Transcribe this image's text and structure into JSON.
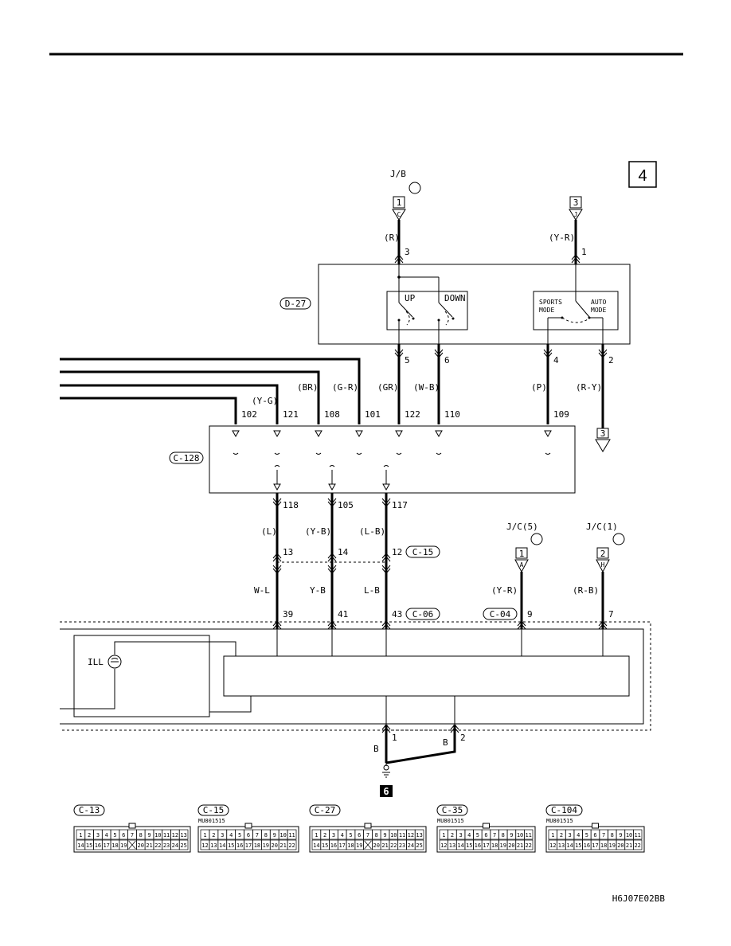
{
  "page_number": "4",
  "figure_code": "H6J07E02BB",
  "ground_id": "6",
  "jb": {
    "label": "J/B",
    "conn_left": {
      "num": "1",
      "letter": "C"
    },
    "conn_right": {
      "num": "3",
      "letter": "J"
    }
  },
  "d27": {
    "label": "D-27",
    "switch_up": "UP",
    "switch_down": "DOWN",
    "sports_mode": [
      "SPORTS",
      "MODE"
    ],
    "auto_mode": [
      "AUTO",
      "MODE"
    ],
    "top_pins": [
      {
        "color": "(R)",
        "pin": "3"
      },
      {
        "color": "(Y-R)",
        "pin": "1"
      }
    ],
    "bottom_pins": [
      {
        "pin": "5",
        "color": "(GR)"
      },
      {
        "pin": "6",
        "color": "(W-B)"
      },
      {
        "pin": "4",
        "color": "(P)"
      },
      {
        "pin": "2",
        "color": "(R-Y)"
      }
    ],
    "offpage": "3"
  },
  "c128": {
    "label": "C-128",
    "top_pins": [
      {
        "pin": "102",
        "color": ""
      },
      {
        "pin": "121",
        "color": "(Y-G)"
      },
      {
        "pin": "108",
        "color": "(BR)"
      },
      {
        "pin": "101",
        "color": "(G-R)"
      },
      {
        "pin": "122",
        "color": ""
      },
      {
        "pin": "110",
        "color": ""
      },
      {
        "pin": "109",
        "color": ""
      }
    ],
    "bottom_pins": [
      {
        "pin": "118",
        "color": "(L)"
      },
      {
        "pin": "105",
        "color": "(Y-B)"
      },
      {
        "pin": "117",
        "color": "(L-B)"
      }
    ]
  },
  "c15": {
    "label": "C-15",
    "pins": [
      "13",
      "14",
      "12"
    ]
  },
  "c06": {
    "label": "C-06",
    "colors": [
      "W-L",
      "Y-B",
      "L-B"
    ],
    "pins": [
      "39",
      "41",
      "43"
    ]
  },
  "c04": {
    "label": "C-04",
    "jc_left": {
      "label": "J/C(5)",
      "num": "1",
      "letter": "A",
      "color": "(Y-R)",
      "pin": "9"
    },
    "jc_right": {
      "label": "J/C(1)",
      "num": "2",
      "letter": "H",
      "color": "(R-B)",
      "pin": "7"
    }
  },
  "unit": {
    "ill_label": "ILL"
  },
  "ground": {
    "pins": [
      {
        "pin": "1",
        "color": "B"
      },
      {
        "pin": "2",
        "color": "B"
      }
    ]
  },
  "connectors": [
    {
      "label": "C-13",
      "part": "",
      "rows": [
        [
          "1",
          "2",
          "3",
          "4",
          "5",
          "6",
          "7",
          "8",
          "9",
          "10",
          "11",
          "12",
          "13"
        ],
        [
          "14",
          "15",
          "16",
          "17",
          "18",
          "19",
          "X",
          "20",
          "21",
          "22",
          "23",
          "24",
          "25"
        ]
      ]
    },
    {
      "label": "C-15",
      "part": "MU801515",
      "rows": [
        [
          "1",
          "2",
          "3",
          "4",
          "5",
          "6",
          "7",
          "8",
          "9",
          "10",
          "11"
        ],
        [
          "12",
          "13",
          "14",
          "15",
          "16",
          "17",
          "18",
          "19",
          "20",
          "21",
          "22"
        ]
      ]
    },
    {
      "label": "C-27",
      "part": "",
      "rows": [
        [
          "1",
          "2",
          "3",
          "4",
          "5",
          "6",
          "7",
          "8",
          "9",
          "10",
          "11",
          "12",
          "13"
        ],
        [
          "14",
          "15",
          "16",
          "17",
          "18",
          "19",
          "X",
          "20",
          "21",
          "22",
          "23",
          "24",
          "25"
        ]
      ]
    },
    {
      "label": "C-35",
      "part": "MU801515",
      "rows": [
        [
          "1",
          "2",
          "3",
          "4",
          "5",
          "6",
          "7",
          "8",
          "9",
          "10",
          "11"
        ],
        [
          "12",
          "13",
          "14",
          "15",
          "16",
          "17",
          "18",
          "19",
          "20",
          "21",
          "22"
        ]
      ]
    },
    {
      "label": "C-104",
      "part": "MU801515",
      "rows": [
        [
          "1",
          "2",
          "3",
          "4",
          "5",
          "6",
          "7",
          "8",
          "9",
          "10",
          "11"
        ],
        [
          "12",
          "13",
          "14",
          "15",
          "16",
          "17",
          "18",
          "19",
          "20",
          "21",
          "22"
        ]
      ]
    }
  ]
}
